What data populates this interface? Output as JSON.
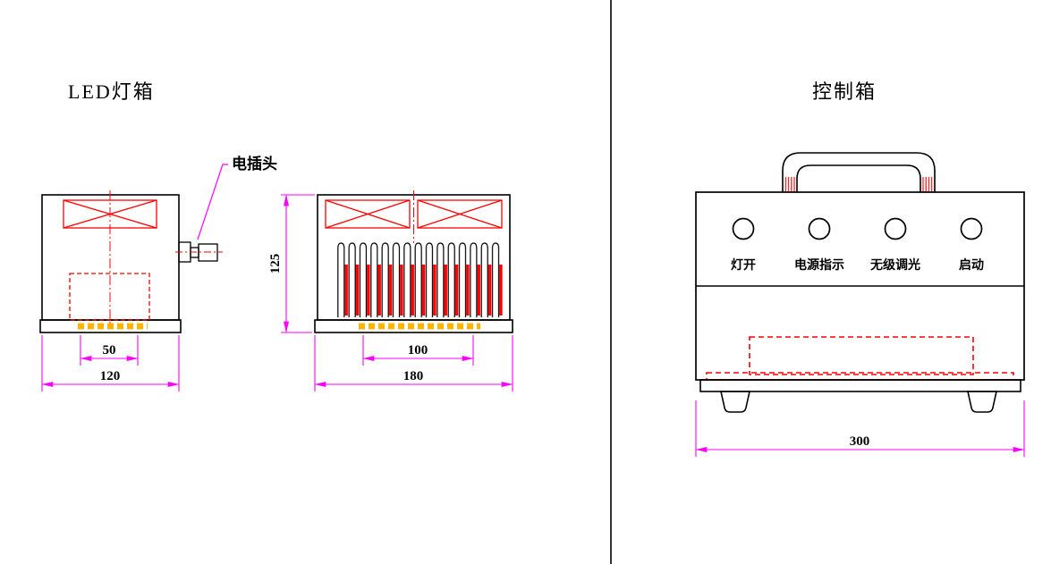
{
  "titles": {
    "left": "LED灯箱",
    "right": "控制箱"
  },
  "callouts": {
    "power_plug": "电插头"
  },
  "dimensions": {
    "front_lamp_width": "50",
    "front_overall_width": "120",
    "side_height": "125",
    "side_lamp_width": "100",
    "side_overall_width": "180",
    "control_overall_width": "300"
  },
  "control_panel": {
    "knob_labels": [
      "灯开",
      "电源指示",
      "无级调光",
      "启动"
    ]
  },
  "colors": {
    "outline": "#000000",
    "detail_red": "#ff0000",
    "dimension_magenta": "#ff00ff",
    "lamp_yellow": "#ffb400",
    "background": "#ffffff"
  }
}
